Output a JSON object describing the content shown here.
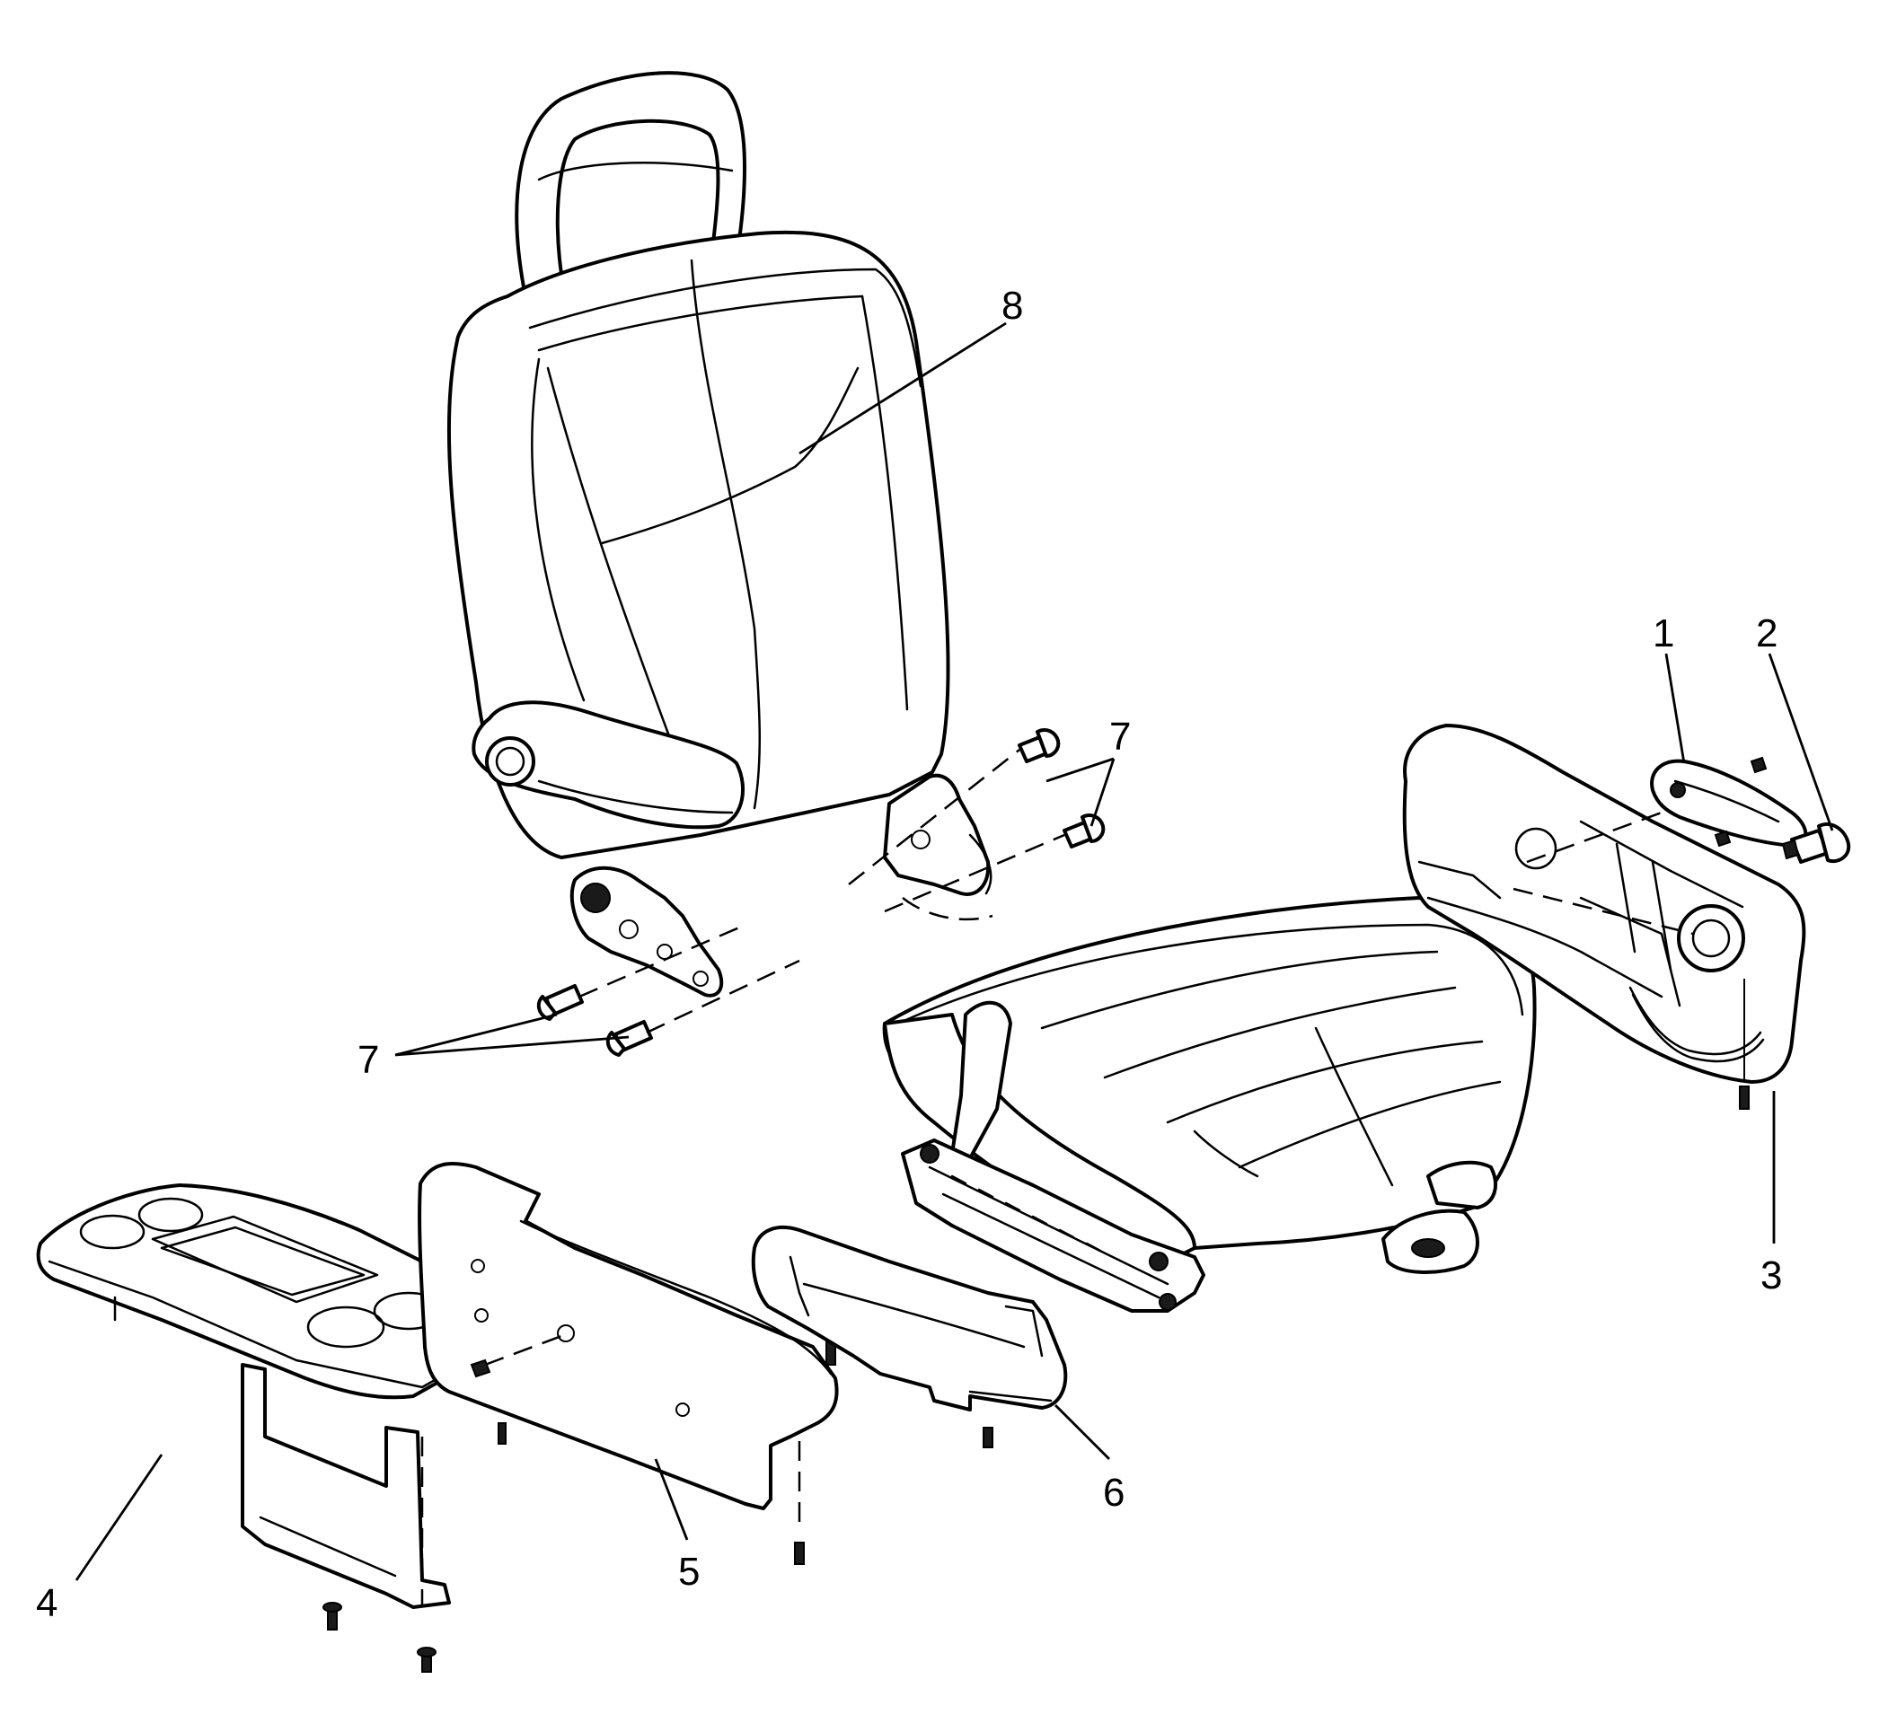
{
  "callouts": {
    "c1": "1",
    "c2": "2",
    "c3": "3",
    "c4": "4",
    "c5": "5",
    "c6": "6",
    "c7a": "7",
    "c7b": "7",
    "c8": "8"
  },
  "colors": {
    "line": "#000000",
    "background": "#ffffff"
  }
}
